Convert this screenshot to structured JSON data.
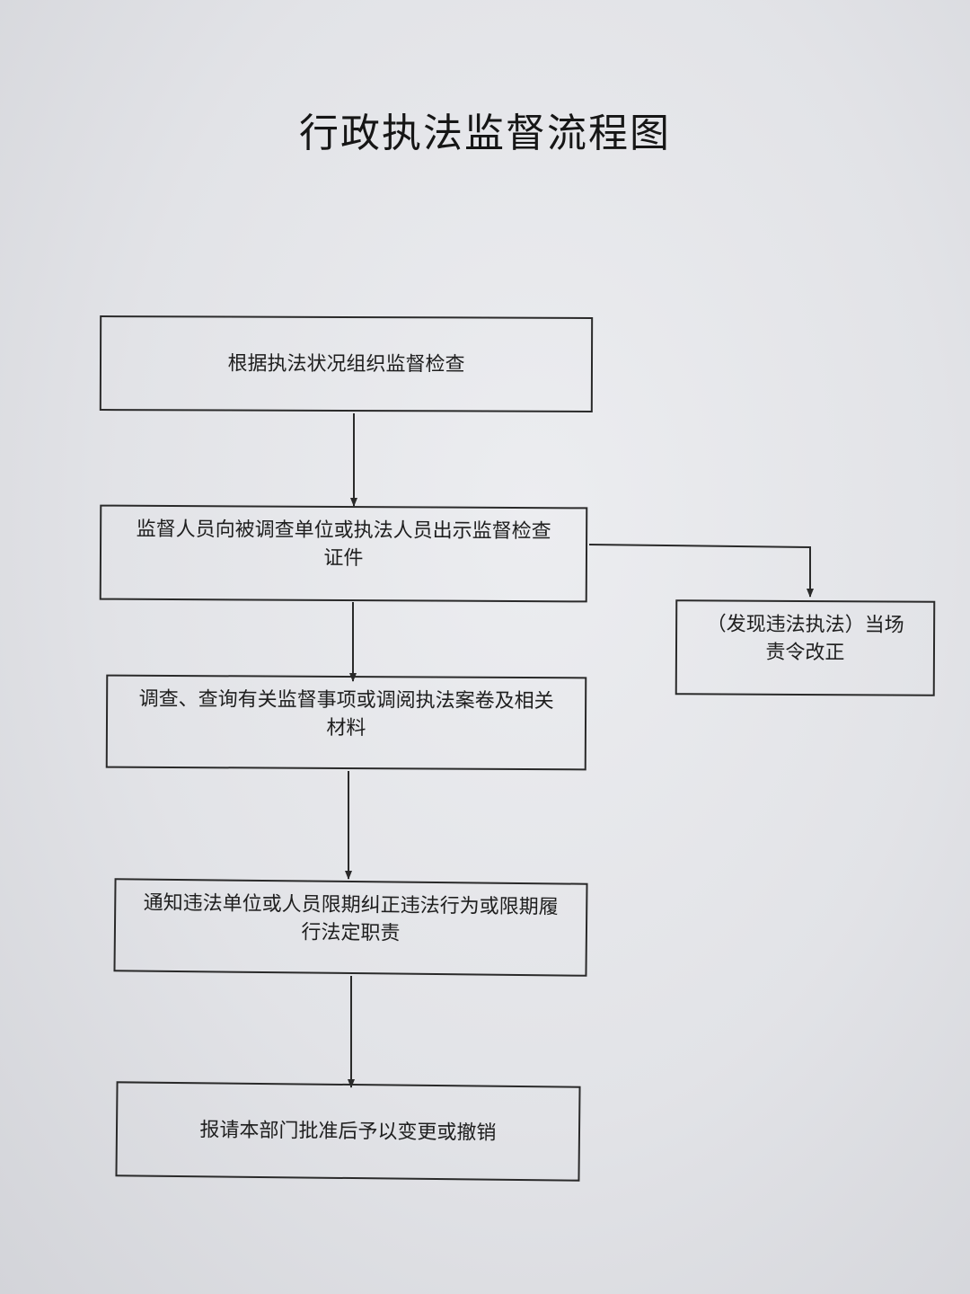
{
  "title": "行政执法监督流程图",
  "steps": [
    {
      "id": "step-1",
      "lines": [
        "根据执法状况组织监督检查"
      ]
    },
    {
      "id": "step-2",
      "lines": [
        "监督人员向被调查单位或执法人员出示监督检查",
        "证件"
      ]
    },
    {
      "id": "step-3",
      "lines": [
        "调查、查询有关监督事项或调阅执法案卷及相关",
        "材料"
      ]
    },
    {
      "id": "step-4",
      "lines": [
        "通知违法单位或人员限期纠正违法行为或限期履",
        "行法定职责"
      ]
    },
    {
      "id": "step-5",
      "lines": [
        "报请本部门批准后予以变更或撤销"
      ]
    }
  ],
  "branch": {
    "id": "branch-1",
    "lines": [
      "（发现违法执法）当场",
      "责令改正"
    ]
  },
  "colors": {
    "line": "#2a2a2a",
    "text": "#1e1e1e"
  }
}
